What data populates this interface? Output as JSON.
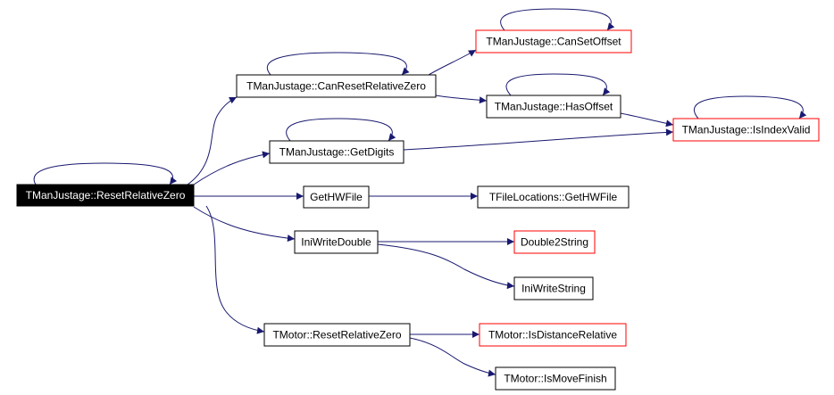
{
  "diagram": {
    "colors": {
      "edge": "#191970",
      "border_normal": "#000000",
      "border_highlight": "#ff0000",
      "root_fill": "#000000",
      "root_text": "#ffffff",
      "node_fill": "#ffffff",
      "node_text": "#000000"
    },
    "nodes": [
      {
        "id": "root",
        "label": "TManJustage::ResetRelativeZero",
        "style": "root"
      },
      {
        "id": "canreset",
        "label": "TManJustage::CanResetRelativeZero",
        "style": "normal"
      },
      {
        "id": "cansetoffset",
        "label": "TManJustage::CanSetOffset",
        "style": "highlight"
      },
      {
        "id": "hasoffset",
        "label": "TManJustage::HasOffset",
        "style": "normal"
      },
      {
        "id": "isindexvalid",
        "label": "TManJustage::IsIndexValid",
        "style": "highlight"
      },
      {
        "id": "getdigits",
        "label": "TManJustage::GetDigits",
        "style": "normal"
      },
      {
        "id": "gethwfile",
        "label": "GetHWFile",
        "style": "normal"
      },
      {
        "id": "tfl_gethwfile",
        "label": "TFileLocations::GetHWFile",
        "style": "normal"
      },
      {
        "id": "iniwritedouble",
        "label": "IniWriteDouble",
        "style": "normal"
      },
      {
        "id": "double2string",
        "label": "Double2String",
        "style": "highlight"
      },
      {
        "id": "iniwritestring",
        "label": "IniWriteString",
        "style": "normal"
      },
      {
        "id": "motor_reset",
        "label": "TMotor::ResetRelativeZero",
        "style": "normal"
      },
      {
        "id": "isdistrel",
        "label": "TMotor::IsDistanceRelative",
        "style": "highlight"
      },
      {
        "id": "ismovefinish",
        "label": "TMotor::IsMoveFinish",
        "style": "normal"
      }
    ],
    "edges": [
      {
        "from": "root",
        "to": "root"
      },
      {
        "from": "root",
        "to": "canreset"
      },
      {
        "from": "root",
        "to": "getdigits"
      },
      {
        "from": "root",
        "to": "gethwfile"
      },
      {
        "from": "root",
        "to": "iniwritedouble"
      },
      {
        "from": "root",
        "to": "motor_reset"
      },
      {
        "from": "canreset",
        "to": "canreset"
      },
      {
        "from": "canreset",
        "to": "cansetoffset"
      },
      {
        "from": "canreset",
        "to": "hasoffset"
      },
      {
        "from": "cansetoffset",
        "to": "cansetoffset"
      },
      {
        "from": "hasoffset",
        "to": "hasoffset"
      },
      {
        "from": "hasoffset",
        "to": "isindexvalid"
      },
      {
        "from": "isindexvalid",
        "to": "isindexvalid"
      },
      {
        "from": "getdigits",
        "to": "getdigits"
      },
      {
        "from": "getdigits",
        "to": "isindexvalid"
      },
      {
        "from": "gethwfile",
        "to": "tfl_gethwfile"
      },
      {
        "from": "iniwritedouble",
        "to": "double2string"
      },
      {
        "from": "iniwritedouble",
        "to": "iniwritestring"
      },
      {
        "from": "motor_reset",
        "to": "isdistrel"
      },
      {
        "from": "motor_reset",
        "to": "ismovefinish"
      }
    ]
  }
}
